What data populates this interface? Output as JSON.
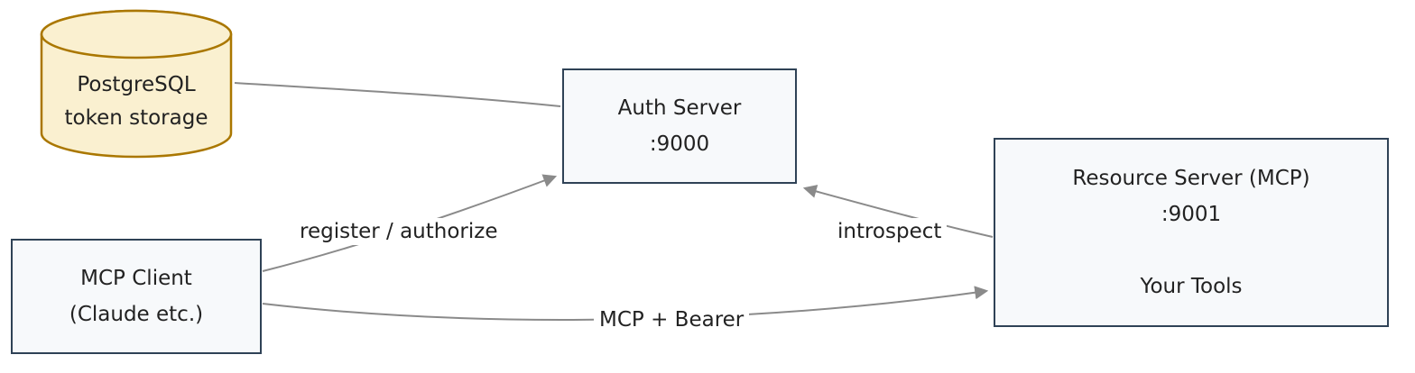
{
  "diagram": {
    "title": "MCP OAuth architecture diagram",
    "nodes": {
      "postgres": {
        "type": "cylinder",
        "line1": "PostgreSQL",
        "line2": "token storage"
      },
      "auth_server": {
        "type": "box",
        "line1": "Auth Server",
        "line2": ":9000"
      },
      "resource_server": {
        "type": "box",
        "line1": "Resource Server (MCP)",
        "line2": ":9001",
        "line3": "Your Tools"
      },
      "mcp_client": {
        "type": "box",
        "line1": "MCP Client",
        "line2": "(Claude etc.)"
      }
    },
    "edges": {
      "db_to_auth": {
        "from": "postgres",
        "to": "auth_server",
        "label": ""
      },
      "client_to_auth": {
        "from": "mcp_client",
        "to": "auth_server",
        "label": "register / authorize"
      },
      "resource_to_auth": {
        "from": "resource_server",
        "to": "auth_server",
        "label": "introspect"
      },
      "client_to_resource": {
        "from": "mcp_client",
        "to": "resource_server",
        "label": "MCP + Bearer"
      }
    },
    "colors": {
      "db_fill": "#faf0d0",
      "db_stroke": "#aa7700",
      "box_fill": "#f7f9fb",
      "box_stroke": "#2f4256",
      "edge": "#8a8a8a",
      "text": "#222222",
      "background": "#ffffff"
    }
  }
}
